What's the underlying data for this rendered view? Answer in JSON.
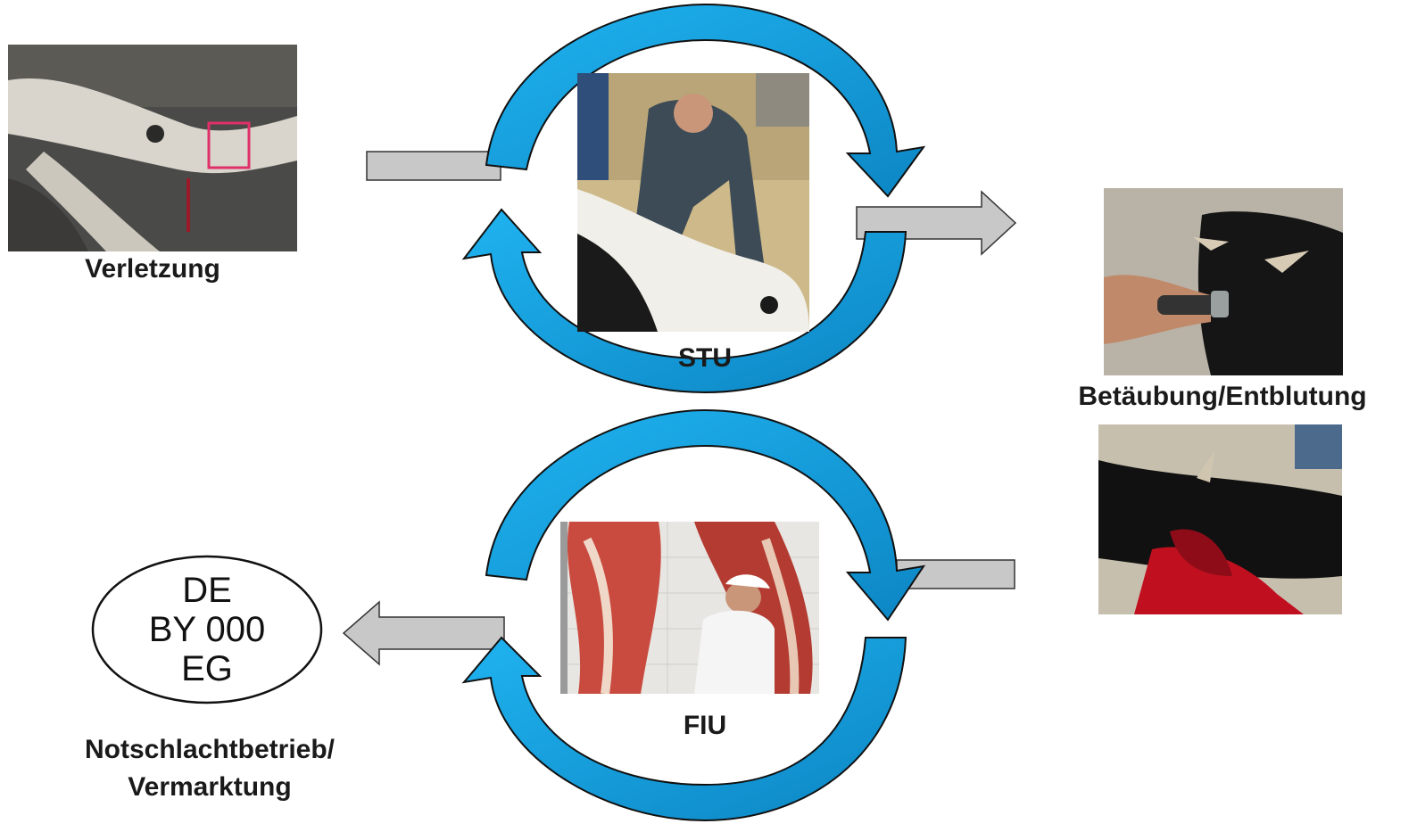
{
  "steps": {
    "injury": {
      "label": "Verletzung",
      "image": "injured-cow-leg-photo"
    },
    "stu": {
      "label": "STU",
      "image": "veterinarian-examining-cow-photo"
    },
    "stunning": {
      "label": "Betäubung/Entblutung",
      "image_top": "cow-stunning-photo",
      "image_bottom": "cow-bleeding-photo"
    },
    "fiu": {
      "label": "FIU",
      "image": "butcher-with-carcasses-photo"
    },
    "slaughterhouse": {
      "label_line1": "Notschlachtbetrieb/",
      "label_line2": "Vermarktung"
    }
  },
  "stamp": {
    "line1": "DE",
    "line2": "BY 000",
    "line3": "EG"
  },
  "colors": {
    "cycle_arrow": "#19a8e8",
    "cycle_arrow_dark": "#0f86c4",
    "flow_arrow": "#c8c8c8",
    "marker": "#e0306a"
  }
}
